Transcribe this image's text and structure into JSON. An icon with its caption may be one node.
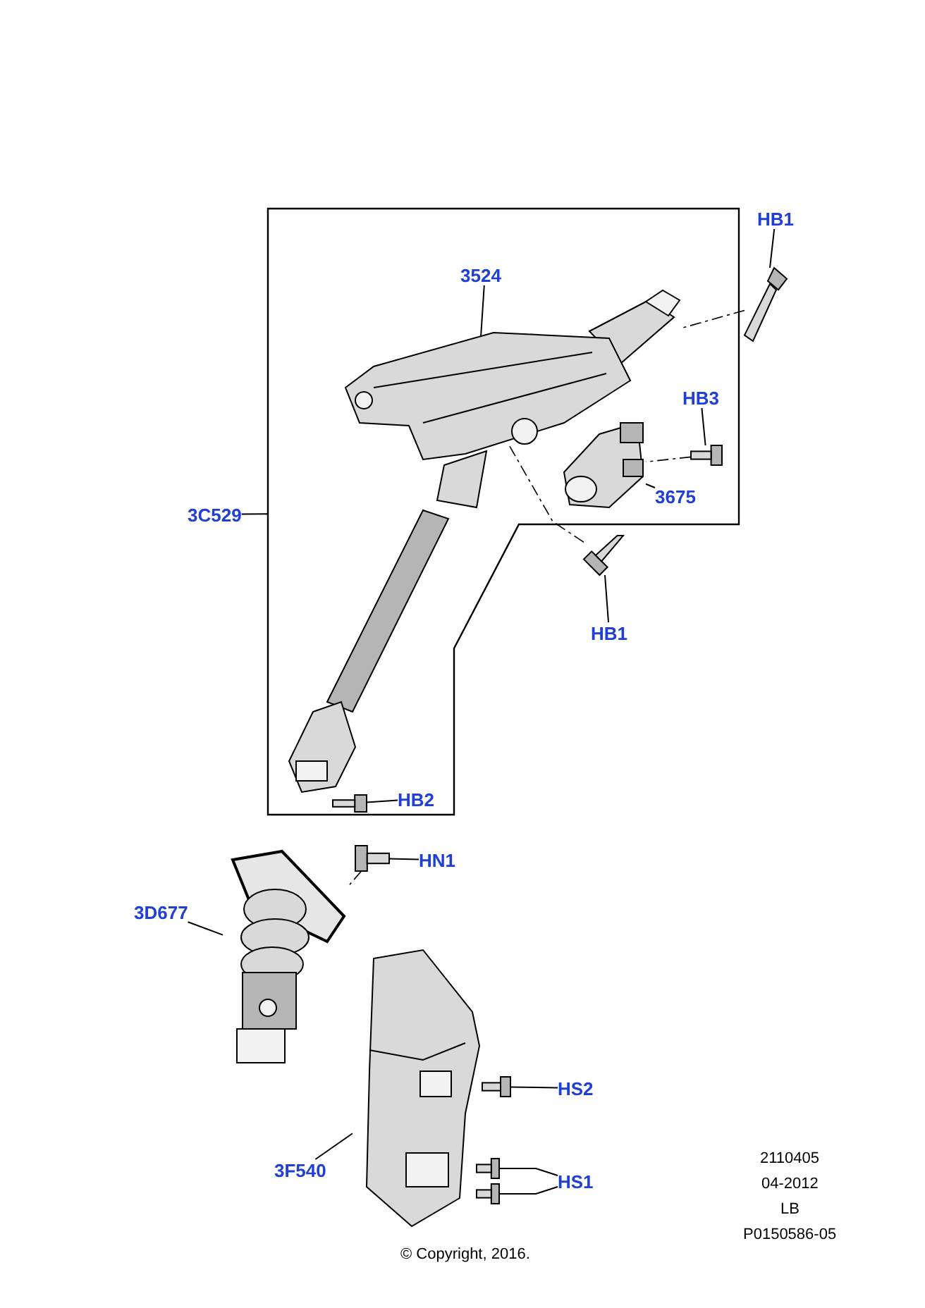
{
  "diagram": {
    "nodes": [
      {
        "text": [
          "3C529"
        ]
      },
      {
        "text": [],
        "shape": "box"
      },
      {
        "text": [
          "3524"
        ],
        "in": 1
      },
      {
        "text": [],
        "shape": "picture",
        "in": 1
      },
      {
        "text": [
          "HB1"
        ]
      },
      {
        "text": [],
        "shape": "picture"
      },
      {
        "text": [
          "HB3"
        ],
        "in": 1
      },
      {
        "text": [],
        "shape": "picture",
        "in": 1
      },
      {
        "text": [
          "3675"
        ],
        "in": 1
      },
      {
        "text": [],
        "shape": "picture",
        "in": 1
      },
      {
        "text": [
          "HB1"
        ]
      },
      {
        "text": [],
        "shape": "picture"
      },
      {
        "text": [
          "HB2"
        ],
        "in": 1
      },
      {
        "text": [],
        "shape": "picture",
        "in": 1
      },
      {
        "text": [
          "HN1"
        ]
      },
      {
        "text": [],
        "shape": "picture"
      },
      {
        "text": [
          "3D677"
        ]
      },
      {
        "text": [],
        "shape": "picture"
      },
      {
        "text": [
          "HS2"
        ]
      },
      {
        "text": [],
        "shape": "picture"
      },
      {
        "text": [
          "3F540"
        ]
      },
      {
        "text": [],
        "shape": "picture"
      },
      {
        "text": [
          "HS1"
        ]
      },
      {
        "text": [],
        "shape": "picture"
      },
      {
        "text": [],
        "shape": "picture"
      }
    ],
    "edges": [
      {
        "from": 0,
        "to": 1,
        "arrow": "none"
      },
      {
        "from": 2,
        "to": 3,
        "arrow": "none"
      },
      {
        "from": 4,
        "to": 5,
        "arrow": "none"
      },
      {
        "from": 6,
        "to": 7,
        "arrow": "none"
      },
      {
        "from": 8,
        "to": 9,
        "arrow": "none"
      },
      {
        "from": 10,
        "to": 11,
        "arrow": "none"
      },
      {
        "from": 12,
        "to": 13,
        "arrow": "none"
      },
      {
        "from": 14,
        "to": 15,
        "arrow": "none"
      },
      {
        "from": 16,
        "to": 17,
        "arrow": "none"
      },
      {
        "from": 18,
        "to": 19,
        "arrow": "none"
      },
      {
        "from": 20,
        "to": 21,
        "arrow": "none"
      },
      {
        "from": 22,
        "to": 23,
        "arrow": "none"
      },
      {
        "from": 22,
        "to": 24,
        "arrow": "none"
      },
      {
        "from": 5,
        "to": 3,
        "arrow": "none",
        "style": "dashed"
      },
      {
        "from": 7,
        "to": 9,
        "arrow": "none",
        "style": "dashed"
      },
      {
        "from": 11,
        "to": 3,
        "arrow": "none",
        "style": "dashed"
      },
      {
        "from": 15,
        "to": 17,
        "arrow": "none",
        "style": "dashed"
      }
    ],
    "labels": [
      "2110405",
      "04-2012",
      "LB",
      "P0150586-05",
      "© Copyright, 2016."
    ]
  }
}
